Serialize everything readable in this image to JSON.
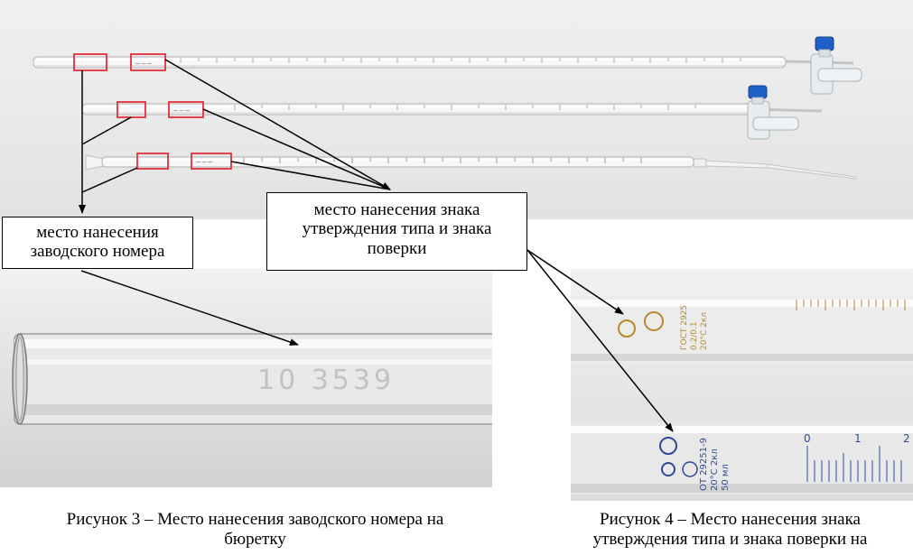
{
  "callouts": {
    "serial_number": {
      "line1": "место нанесения",
      "line2": "заводского номера"
    },
    "type_mark": {
      "line1": "место нанесения знака",
      "line2": "утверждения типа и знака",
      "line3": "поверки"
    }
  },
  "captions": {
    "figure3": {
      "line1": "Рисунок 3 – Место нанесения заводского номера на",
      "line2": "бюретку"
    },
    "figure4": {
      "line1": "Рисунок 4 – Место нанесения знака",
      "line2": "утверждения типа и знака поверки на"
    }
  },
  "photo_left": {
    "engraved_number": "10  3539"
  },
  "photo_right": {
    "upper_marking": {
      "line1": "ГОСТ 2925",
      "line2": "0.2/0.1",
      "line3": "20°C 2кл"
    },
    "lower_marking": {
      "line1": "ОТ 29251-9",
      "line2": "20°C 2кл",
      "line3": "50 мл",
      "scale_0": "0",
      "scale_1": "1",
      "scale_2": "2"
    }
  },
  "colors": {
    "highlight_box": "#e0303a",
    "stopcock_cap": "#1f5fc8",
    "engraving_upper": "#b7892f",
    "engraving_lower": "#2d4a9a"
  }
}
